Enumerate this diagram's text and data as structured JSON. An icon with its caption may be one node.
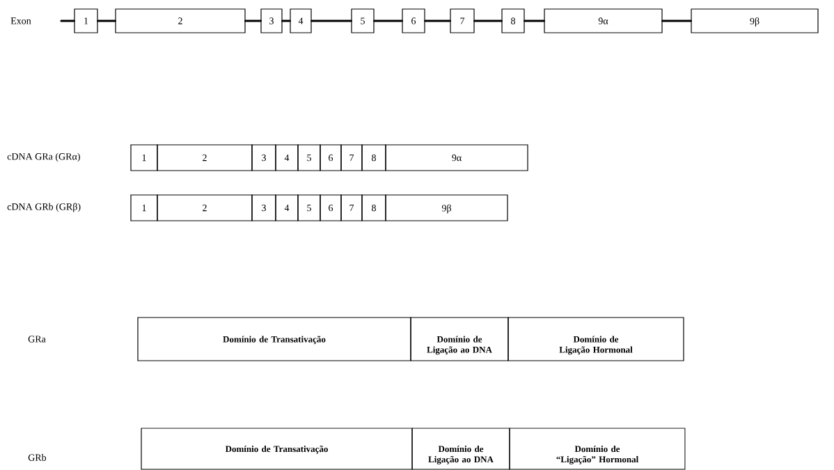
{
  "diagram": {
    "nodes": [
      {
        "text": [
          "1"
        ]
      },
      {
        "text": [
          "2"
        ]
      },
      {
        "text": [
          "3"
        ]
      },
      {
        "text": [
          "4"
        ]
      },
      {
        "text": [
          "5"
        ]
      },
      {
        "text": [
          "6"
        ]
      },
      {
        "text": [
          "7"
        ]
      },
      {
        "text": [
          "8"
        ]
      },
      {
        "text": [
          "9α"
        ]
      },
      {
        "text": [
          "9β"
        ]
      },
      {
        "text": [
          "1"
        ]
      },
      {
        "text": [
          "2"
        ]
      },
      {
        "text": [
          "3"
        ]
      },
      {
        "text": [
          "4"
        ]
      },
      {
        "text": [
          "5"
        ]
      },
      {
        "text": [
          "6"
        ]
      },
      {
        "text": [
          "7"
        ]
      },
      {
        "text": [
          "8"
        ]
      },
      {
        "text": [
          "9α"
        ]
      },
      {
        "text": [
          "1"
        ]
      },
      {
        "text": [
          "2"
        ]
      },
      {
        "text": [
          "3"
        ]
      },
      {
        "text": [
          "4"
        ]
      },
      {
        "text": [
          "5"
        ]
      },
      {
        "text": [
          "6"
        ]
      },
      {
        "text": [
          "7"
        ]
      },
      {
        "text": [
          "8"
        ]
      },
      {
        "text": [
          "9β"
        ]
      },
      {
        "text": [
          "Domínio de Transativação"
        ]
      },
      {
        "text": [
          "Domínio de Ligação ao DNA"
        ]
      },
      {
        "text": [
          "Domínio de Ligação Hormonal"
        ]
      },
      {
        "text": [
          "Domínio de Transativação"
        ]
      },
      {
        "text": [
          "Domínio de Ligação ao DNA"
        ]
      },
      {
        "text": [
          "Domínio de “Ligação” Hormonal"
        ]
      }
    ],
    "edges": [
      {
        "from": null,
        "to": 0,
        "arrow": "none"
      },
      {
        "from": 0,
        "to": 1,
        "arrow": "none"
      },
      {
        "from": 1,
        "to": 2,
        "arrow": "none"
      },
      {
        "from": 2,
        "to": 3,
        "arrow": "none"
      },
      {
        "from": 3,
        "to": 4,
        "arrow": "none"
      },
      {
        "from": 4,
        "to": 5,
        "arrow": "none"
      },
      {
        "from": 5,
        "to": 6,
        "arrow": "none"
      },
      {
        "from": 6,
        "to": 7,
        "arrow": "none"
      },
      {
        "from": 7,
        "to": 8,
        "arrow": "none"
      },
      {
        "from": 8,
        "to": 9,
        "arrow": "none"
      }
    ],
    "labels": [
      "Exon",
      "cDNA GRa (GRα)",
      "cDNA GRb (GRβ)",
      "GRa",
      "GRb"
    ]
  }
}
